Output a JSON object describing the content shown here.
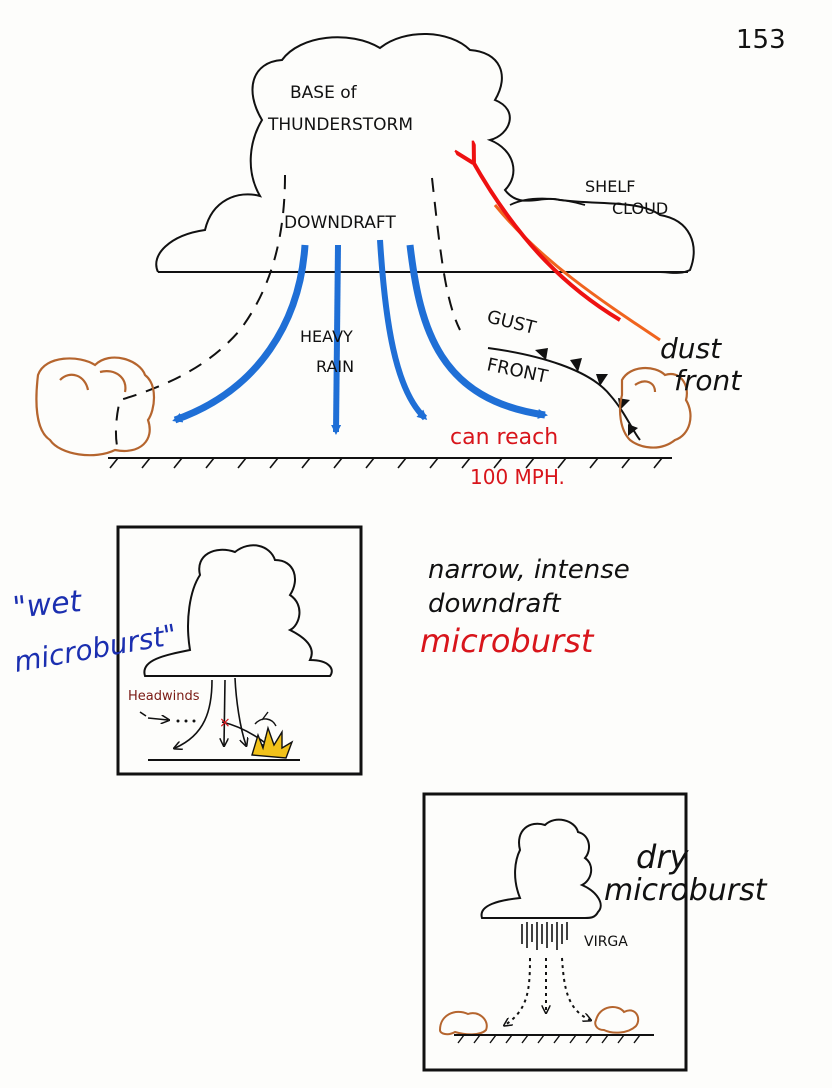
{
  "page_number": "153",
  "top_diagram": {
    "cloud_label_line1": "BASE of",
    "cloud_label_line2": "THUNDERSTORM",
    "shelf_label_line1": "SHELF",
    "shelf_label_line2": "CLOUD",
    "downdraft_label": "DOWNDRAFT",
    "rain_label_line1": "HEAVY",
    "rain_label_line2": "RAIN",
    "gust_label_line1": "GUST",
    "gust_label_line2": "FRONT",
    "dust_label_line1": "dust",
    "dust_label_line2": "front",
    "speed_line1": "can reach",
    "speed_line2": "100 MPH."
  },
  "wet_microburst": {
    "title_line1": "\"wet",
    "title_line2": "microburst\"",
    "headwinds_label": "Headwinds"
  },
  "definition": {
    "line1": "narrow, intense",
    "line2": "downdraft",
    "term": "microburst"
  },
  "dry_microburst": {
    "title_line1": "dry",
    "title_line2": "microburst",
    "virga_label": "VIRGA"
  },
  "colors": {
    "ink": "#111111",
    "downdraft_blue": "#1f6fd6",
    "dust_brown": "#b5652e",
    "accent_red": "#d8151b",
    "gust_orange": "#f0641e",
    "title_blue": "#1b2fb0",
    "fire_yellow": "#f2c21a"
  }
}
